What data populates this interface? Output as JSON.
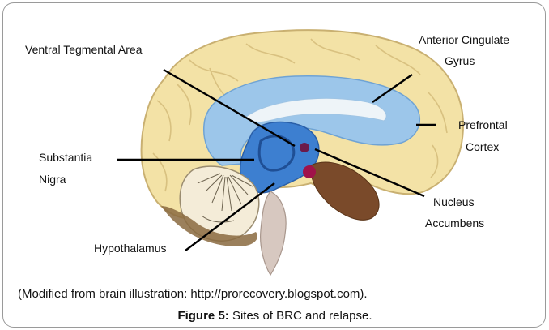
{
  "labels": {
    "vta": "Ventral Tegmental Area",
    "acg_line1": "Anterior Cingulate",
    "acg_line2": "Gyrus",
    "pfc_line1": "Prefrontal",
    "pfc_line2": "Cortex",
    "sn_line1": "Substantia",
    "sn_line2": "Nigra",
    "nac_line1": "Nucleus",
    "nac_line2": "Accumbens",
    "hypothalamus": "Hypothalamus"
  },
  "caption": {
    "source": "(Modified from brain illustration: http://prorecovery.blogspot.com).",
    "figure_label": "Figure 5:",
    "figure_text": " Sites of BRC and relapse."
  },
  "colors": {
    "cortex": "#f3e2a6",
    "cortex_outline": "#c9b071",
    "ventricle": "#9cc6ea",
    "deep": "#3d7fd0",
    "cerebellum": "#f4ecd8",
    "brainstem": "#d7c8c0",
    "midbrain": "#7a4a2a",
    "nucleus": "#a0124a"
  }
}
